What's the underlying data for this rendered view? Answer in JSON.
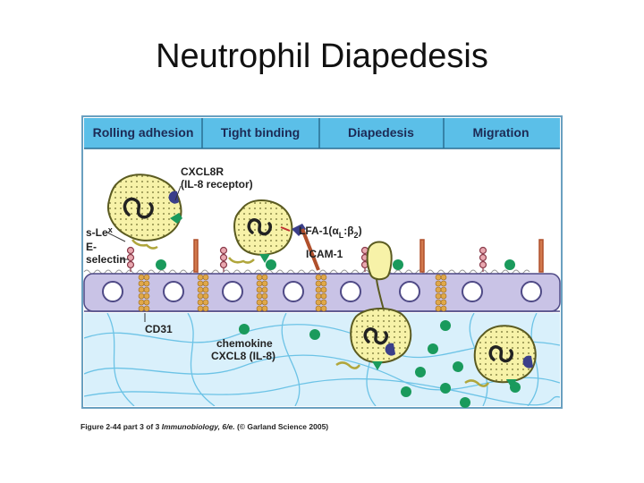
{
  "slide": {
    "title": "Neutrophil Diapedesis"
  },
  "stages": [
    "Rolling adhesion",
    "Tight binding",
    "Diapedesis",
    "Migration"
  ],
  "labels": {
    "receptor_line1": "CXCL8R",
    "receptor_line2": "(IL-8 receptor)",
    "slex": "s-Le",
    "slex_sup": "x",
    "eselectin_line1": "E-",
    "eselectin_line2": "selectin",
    "lfa1": "LFA-1(α",
    "lfa1_sub1": "L",
    "lfa1_mid": ":β",
    "lfa1_sub2": "2",
    "lfa1_end": ")",
    "icam1": "ICAM-1",
    "cd31": "CD31",
    "chemokine_line1": "chemokine",
    "chemokine_line2": "CXCL8 (IL-8)"
  },
  "caption": {
    "figure": "Figure 2-44 part 3 of 3",
    "book": "Immunobiology, 6/e.",
    "credit": "(© Garland Science 2005)"
  },
  "colors": {
    "header_band": "#5bbfe8",
    "endothelium": "#c9c3e6",
    "tissue": "#d9f0fb",
    "neutrophil": "#f7f2a8",
    "chemokine": "#1a9a5c",
    "receptor": "#3b3f8a"
  }
}
